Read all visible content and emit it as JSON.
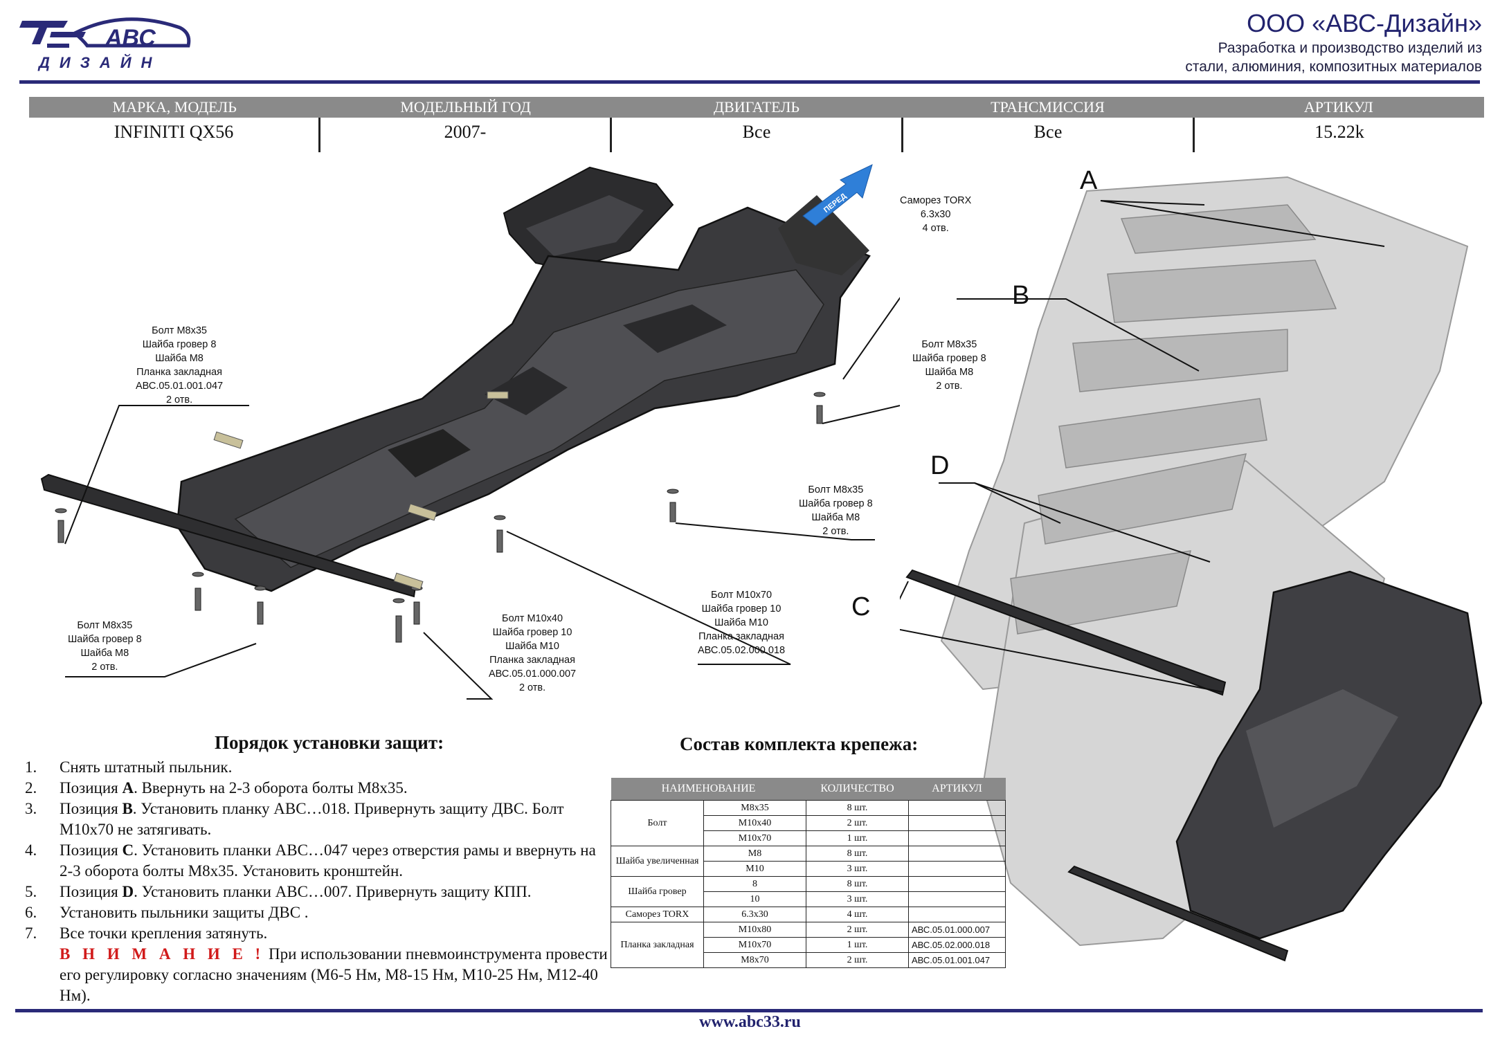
{
  "header": {
    "logo_abc": "АВС",
    "logo_design": "ДИЗАЙН",
    "company_name": "ООО «АВС-Дизайн»",
    "company_line1": "Разработка и производство изделий из",
    "company_line2": "стали, алюминия, композитных материалов"
  },
  "spec": {
    "headers": [
      "МАРКА, МОДЕЛЬ",
      "МОДЕЛЬНЫЙ ГОД",
      "ДВИГАТЕЛЬ",
      "ТРАНСМИССИЯ",
      "АРТИКУЛ"
    ],
    "values": [
      "INFINITI QX56",
      "2007-",
      "Все",
      "Все",
      "15.22k"
    ]
  },
  "diagram": {
    "arrow_label": "ПЕРЕД",
    "callouts": {
      "torx": [
        "Саморез TORX",
        "6.3х30",
        "4 отв."
      ],
      "left_top": [
        "Болт М8х35",
        "Шайба гровер  8",
        "Шайба М8",
        "Планка закладная",
        "АВС.05.01.001.047",
        "2 отв."
      ],
      "right_top": [
        "Болт М8х35",
        "Шайба гровер 8",
        "Шайба М8",
        "2 отв."
      ],
      "right_mid": [
        "Болт М8х35",
        "Шайба гровер 8",
        "Шайба М8",
        "2 отв."
      ],
      "bottom_left": [
        "Болт М8х35",
        "Шайба гровер  8",
        "Шайба М8",
        "2 отв."
      ],
      "m10x40": [
        "Болт М10х40",
        "Шайба гровер 10",
        "Шайба М10",
        "Планка закладная",
        "АВС.05.01.000.007",
        "2 отв."
      ],
      "m10x70": [
        "Болт М10х70",
        "Шайба гровер 10",
        "Шайба М10",
        "Планка закладная",
        "АВС.05.02.000.018"
      ]
    },
    "letters": [
      "A",
      "B",
      "C",
      "D"
    ]
  },
  "instructions": {
    "title": "Порядок установки защит:",
    "steps": [
      {
        "num": "1.",
        "text": "Снять штатный пыльник."
      },
      {
        "num": "2.",
        "pre": "Позиция ",
        "bold": "A",
        "text": ". Ввернуть на 2-3 оборота болты М8х35."
      },
      {
        "num": "3.",
        "pre": "Позиция ",
        "bold": "B",
        "text": ". Установить планку АВС…018. Привернуть защиту ДВС. Болт М10х70 не затягивать."
      },
      {
        "num": "4.",
        "pre": "Позиция ",
        "bold": "C",
        "text": ". Установить планки АВС…047 через отверстия рамы и ввернуть на 2-3 оборота болты М8х35. Установить кронштейн."
      },
      {
        "num": "5.",
        "pre": "Позиция ",
        "bold": "D",
        "text": ". Установить планки АВС…007. Привернуть защиту КПП."
      },
      {
        "num": "6.",
        "text": "Установить пыльники защиты ДВС ."
      },
      {
        "num": "7.",
        "text": "Все точки крепления затянуть."
      }
    ],
    "warning_word": "В Н И М А Н И Е !",
    "warning_text": "   При использовании пневмоинструмента провести его регулировку согласно значениям (М6-5 Нм,    М8-15 Нм, М10-25 Нм, М12-40 Нм)."
  },
  "kit": {
    "title": "Состав комплекта крепежа:",
    "headers": [
      "НАИМЕНОВАНИЕ",
      "КОЛИЧЕСТВО",
      "АРТИКУЛ"
    ],
    "groups": [
      {
        "name": "Болт",
        "rows": [
          [
            "М8х35",
            "8 шт.",
            ""
          ],
          [
            "М10х40",
            "2 шт.",
            ""
          ],
          [
            "М10х70",
            "1 шт.",
            ""
          ]
        ]
      },
      {
        "name": "Шайба увеличенная",
        "rows": [
          [
            "М8",
            "8 шт.",
            ""
          ],
          [
            "М10",
            "3 шт.",
            ""
          ]
        ]
      },
      {
        "name": "Шайба гровер",
        "rows": [
          [
            "8",
            "8 шт.",
            ""
          ],
          [
            "10",
            "3 шт.",
            ""
          ]
        ]
      },
      {
        "name": "Саморез TORX",
        "rows": [
          [
            "6.3х30",
            "4 шт.",
            ""
          ]
        ]
      },
      {
        "name": "Планка закладная",
        "rows": [
          [
            "М10х80",
            "2 шт.",
            "АВС.05.01.000.007"
          ],
          [
            "М10х70",
            "1 шт.",
            "АВС.05.02.000.018"
          ],
          [
            "М8х70",
            "2 шт.",
            "АВС.05.01.001.047"
          ]
        ]
      }
    ]
  },
  "footer": {
    "website": "www.abc33.ru"
  },
  "colors": {
    "brand": "#2a2a78",
    "warning": "#d11a1a",
    "header_gray": "#8a8a8a",
    "arrow": "#2f7fd8"
  }
}
